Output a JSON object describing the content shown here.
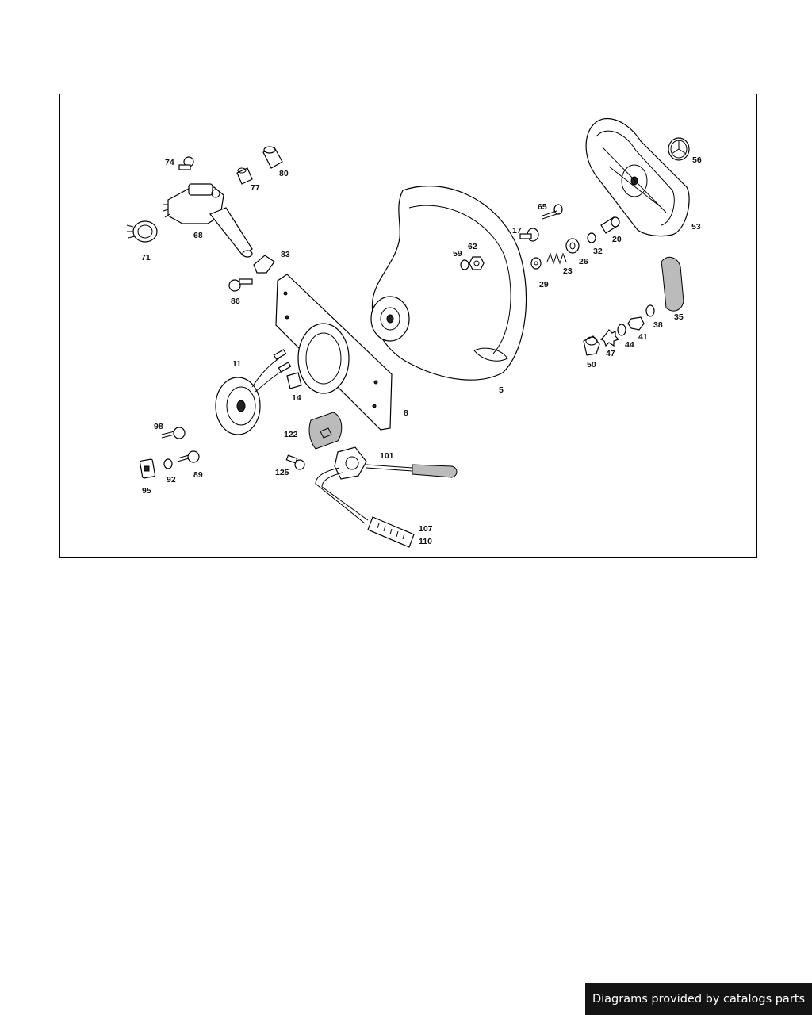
{
  "diagram": {
    "callouts": [
      {
        "id": "74",
        "text": "74"
      },
      {
        "id": "77",
        "text": "77"
      },
      {
        "id": "80",
        "text": "80"
      },
      {
        "id": "68",
        "text": "68"
      },
      {
        "id": "71",
        "text": "71"
      },
      {
        "id": "83",
        "text": "83"
      },
      {
        "id": "86",
        "text": "86"
      },
      {
        "id": "11",
        "text": "11"
      },
      {
        "id": "14",
        "text": "14"
      },
      {
        "id": "8",
        "text": "8"
      },
      {
        "id": "5",
        "text": "5"
      },
      {
        "id": "59",
        "text": "59"
      },
      {
        "id": "62",
        "text": "62"
      },
      {
        "id": "65",
        "text": "65"
      },
      {
        "id": "17",
        "text": "17"
      },
      {
        "id": "29",
        "text": "29"
      },
      {
        "id": "23",
        "text": "23"
      },
      {
        "id": "26",
        "text": "26"
      },
      {
        "id": "32",
        "text": "32"
      },
      {
        "id": "20",
        "text": "20"
      },
      {
        "id": "56",
        "text": "56"
      },
      {
        "id": "53",
        "text": "53"
      },
      {
        "id": "35",
        "text": "35"
      },
      {
        "id": "38",
        "text": "38"
      },
      {
        "id": "41",
        "text": "41"
      },
      {
        "id": "44",
        "text": "44"
      },
      {
        "id": "47",
        "text": "47"
      },
      {
        "id": "50",
        "text": "50"
      },
      {
        "id": "98",
        "text": "98"
      },
      {
        "id": "89",
        "text": "89"
      },
      {
        "id": "92",
        "text": "92"
      },
      {
        "id": "95",
        "text": "95"
      },
      {
        "id": "122",
        "text": "122"
      },
      {
        "id": "125",
        "text": "125"
      },
      {
        "id": "101",
        "text": "101"
      },
      {
        "id": "107",
        "text": "107"
      },
      {
        "id": "110",
        "text": "110"
      }
    ]
  },
  "credit": {
    "text": "Diagrams provided by catalogs parts"
  }
}
